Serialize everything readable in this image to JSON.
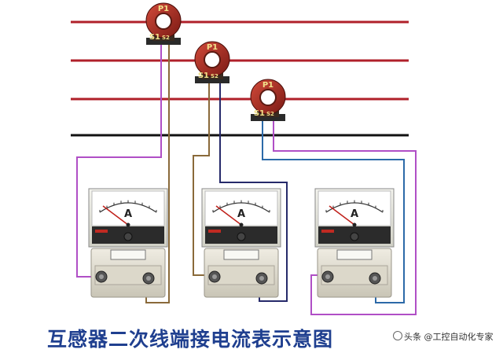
{
  "caption": "互感器二次线端接电流表示意图",
  "watermark": "头条 @工控自动化专家",
  "transformers": [
    {
      "top_label": "P1",
      "s1_label": "S1",
      "s2_label": "S2"
    },
    {
      "top_label": "P1",
      "s1_label": "S1",
      "s2_label": "S2"
    },
    {
      "top_label": "P1",
      "s1_label": "S1",
      "s2_label": "S2"
    }
  ],
  "meters": [
    {
      "unit": "A"
    },
    {
      "unit": "A"
    },
    {
      "unit": "A"
    }
  ],
  "colors": {
    "phase_line": "#b0202a",
    "neutral_line": "#111111",
    "wire_purple": "#b04fc6",
    "wire_brown": "#8a6a3a",
    "wire_blue": "#2c6aa8",
    "wire_navy": "#262a6a",
    "caption": "#1f3f8f"
  }
}
